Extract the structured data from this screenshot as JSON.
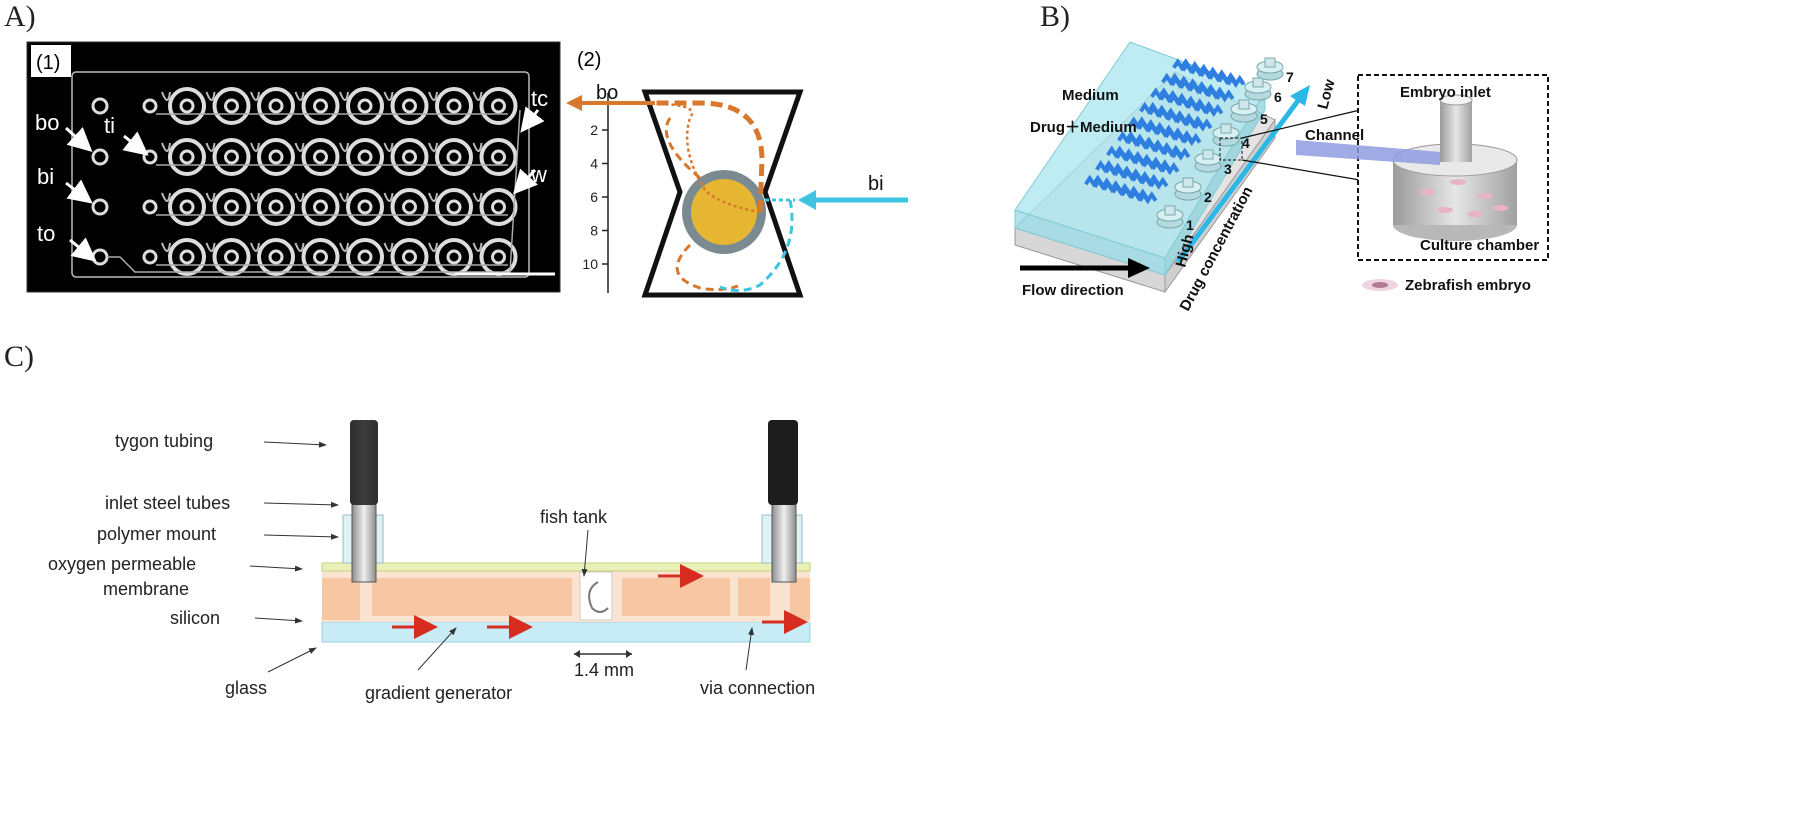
{
  "panels": {
    "a": {
      "letter": "A)",
      "sub1": "(1)",
      "sub2": "(2)",
      "labels": {
        "bo": "bo",
        "ti": "ti",
        "bi": "bi",
        "to": "to",
        "tc": "tc",
        "w": "w"
      },
      "schematic": {
        "bo": "bo",
        "bi": "bi",
        "ticks": [
          "2",
          "4",
          "6",
          "8",
          "10"
        ]
      }
    },
    "b": {
      "letter": "B)",
      "medium": "Medium",
      "drug_medium": "Drug＋Medium",
      "low": "Low",
      "high": "High",
      "drug_concentration": "Drug  concentration",
      "flow_direction": "Flow direction",
      "chamber_numbers": [
        "1",
        "2",
        "3",
        "4",
        "5",
        "6",
        "7"
      ],
      "embryo_inlet": "Embryo inlet",
      "channel": "Channel",
      "culture_chamber": "Culture chamber",
      "zebrafish_embryo": "Zebrafish embryo"
    },
    "c": {
      "letter": "C)",
      "tygon": "tygon tubing",
      "inlet_steel": "inlet steel tubes",
      "polymer_mount": "polymer mount",
      "oxygen_line1": "oxygen permeable",
      "oxygen_line2": "membrane",
      "silicon": "silicon",
      "glass": "glass",
      "fish_tank": "fish tank",
      "scale": "1.4 mm",
      "gradient_generator": "gradient generator",
      "via_connection": "via connection"
    }
  },
  "colors": {
    "orange": "#d9772b",
    "cyan": "#3cc4e0",
    "blue_channels": "#2f7fe0",
    "yolk": "#e6b632",
    "chip_black": "#000000",
    "silicon_peach": "#f7c7a3",
    "glass_cyan": "#c8ecf5",
    "arrow_red": "#d62d20"
  }
}
